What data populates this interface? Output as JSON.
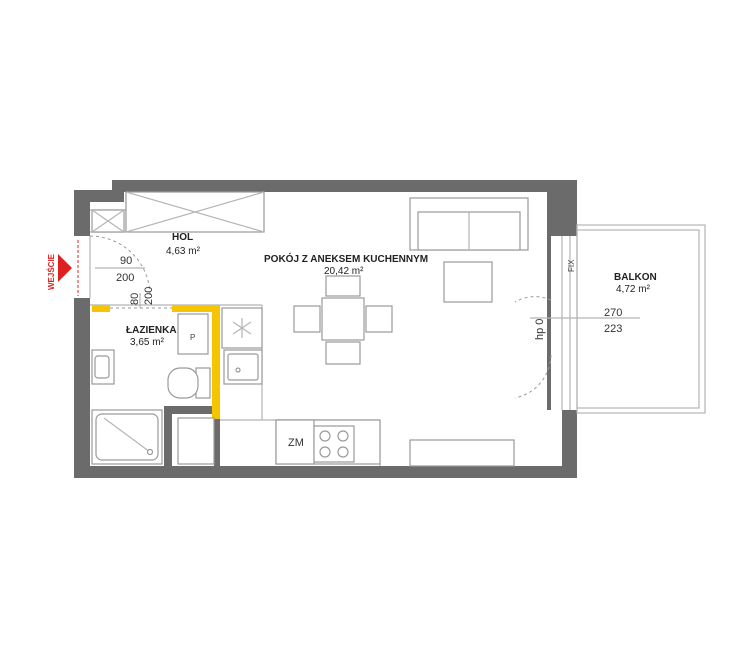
{
  "rooms": {
    "hol": {
      "name": "HOL",
      "area": "4,63 m²"
    },
    "lazienka": {
      "name": "ŁAZIENKA",
      "area": "3,65 m²"
    },
    "pokoj": {
      "name": "POKÓJ Z ANEKSEM KUCHENNYM",
      "area": "20,42 m²"
    },
    "balkon": {
      "name": "BALKON",
      "area": "4,72 m²"
    }
  },
  "entrance": {
    "label": "WEJŚCIE",
    "color": "#e02020"
  },
  "doors": {
    "entry_width": "90",
    "entry_height": "200",
    "bath_width": "80",
    "bath_height": "200",
    "balcony_width": "270",
    "balcony_height": "223",
    "balcony_level": "hp 0"
  },
  "markers": {
    "fix": "FIX",
    "p": "P",
    "zm": "ZM"
  },
  "colors": {
    "wall": "#6b6b6b",
    "accent": "#f6c400",
    "entry_arrow": "#e02020"
  }
}
